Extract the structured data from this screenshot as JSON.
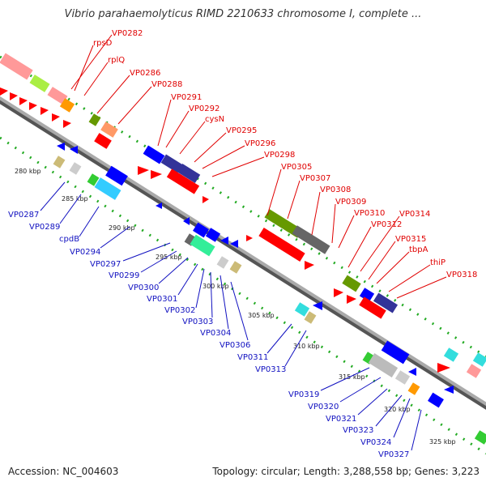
{
  "title": "Vibrio parahaemolyticus RIMD 2210633 chromosome I, complete ...",
  "footer": {
    "accession": "Accession: NC_004603",
    "summary": "Topology: circular; Length: 3,288,558 bp; Genes: 3,223"
  },
  "colors": {
    "forward_gene": "#ff0000",
    "reverse_gene": "#0000ff",
    "backbone": "#999999",
    "tick_green": "#22aa22",
    "label_forward": "#e00000",
    "label_reverse": "#1010c0"
  },
  "kbp_labels": [
    "280 kbp",
    "285 kbp",
    "290 kbp",
    "295 kbp",
    "300 kbp",
    "305 kbp",
    "310 kbp",
    "315 kbp",
    "320 kbp",
    "325 kbp"
  ],
  "top_labels": [
    "VP0282",
    "rpsD",
    "rplQ",
    "VP0286",
    "VP0288",
    "VP0291",
    "VP0292",
    "cysN",
    "VP0295",
    "VP0296",
    "VP0298",
    "VP0305",
    "VP0307",
    "VP0308",
    "VP0309",
    "VP0310",
    "VP0312",
    "VP0314",
    "VP0315",
    "tbpA",
    "thiP",
    "VP0318"
  ],
  "bottom_labels": [
    "VP0287",
    "VP0289",
    "cpdB",
    "VP0294",
    "VP0297",
    "VP0299",
    "VP0300",
    "VP0301",
    "VP0302",
    "VP0303",
    "VP0304",
    "VP0306",
    "VP0311",
    "VP0313",
    "VP0319",
    "VP0320",
    "VP0321",
    "VP0323",
    "VP0324",
    "VP0327"
  ]
}
